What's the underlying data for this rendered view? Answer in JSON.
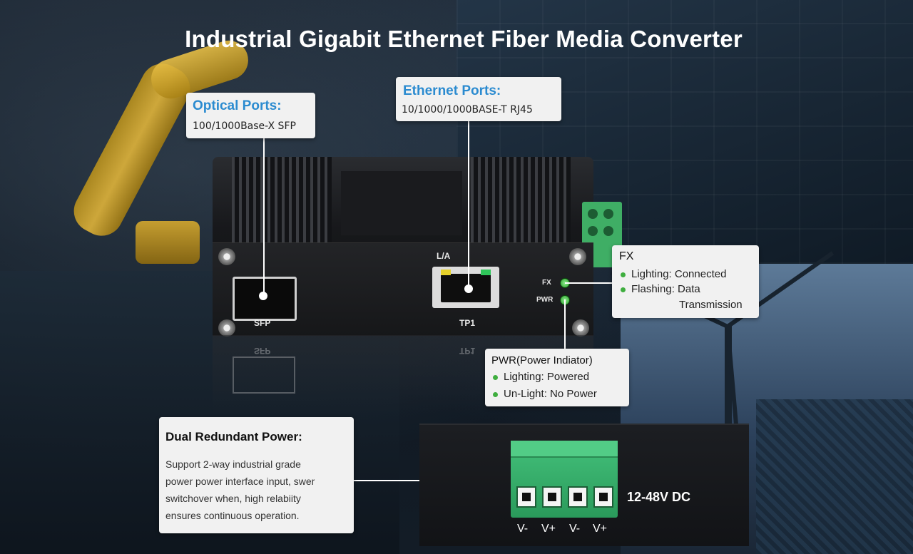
{
  "headline": "Industrial Gigabit Ethernet Fiber Media Converter",
  "optical": {
    "title": "Optical Ports:",
    "subtitle": "100/1000Base-X SFP"
  },
  "ethernet": {
    "title": "Ethernet Ports:",
    "subtitle": "10/1000/1000BASE-T RJ45"
  },
  "fx": {
    "title": "FX",
    "bullets": [
      "Lighting: Connected",
      "Flashing: Data"
    ],
    "continuation": "Transmission"
  },
  "pwr_indicator": {
    "title": "PWR(Power Indiator)",
    "bullets": [
      "Lighting: Powered",
      "Un-Light: No Power"
    ]
  },
  "dual_power": {
    "title": "Dual Redundant Power:",
    "lines": [
      "Support 2-way industrial grade",
      "power power interface input, swer",
      "switchover when, high relabiity",
      "ensures continuous operation."
    ]
  },
  "device": {
    "sfp_label": "SFP",
    "la_label": "L/A",
    "tp1_label": "TP1",
    "fx_label": "FX",
    "pwr_label": "PWR",
    "reflect_sfp": "SFP",
    "reflect_tp1": "TP1"
  },
  "power_block": {
    "voltage": "12-48V DC",
    "terminals": [
      "V-",
      "V+",
      "V-",
      "V+"
    ]
  },
  "colors": {
    "accent_blue": "#2b8bd0",
    "led_green": "#3fae3f",
    "terminal_green": "#3fae65"
  },
  "icons": [
    "screw-icon",
    "led-indicator-icon",
    "sfp-port-icon",
    "rj45-port-icon",
    "terminal-block-icon"
  ]
}
